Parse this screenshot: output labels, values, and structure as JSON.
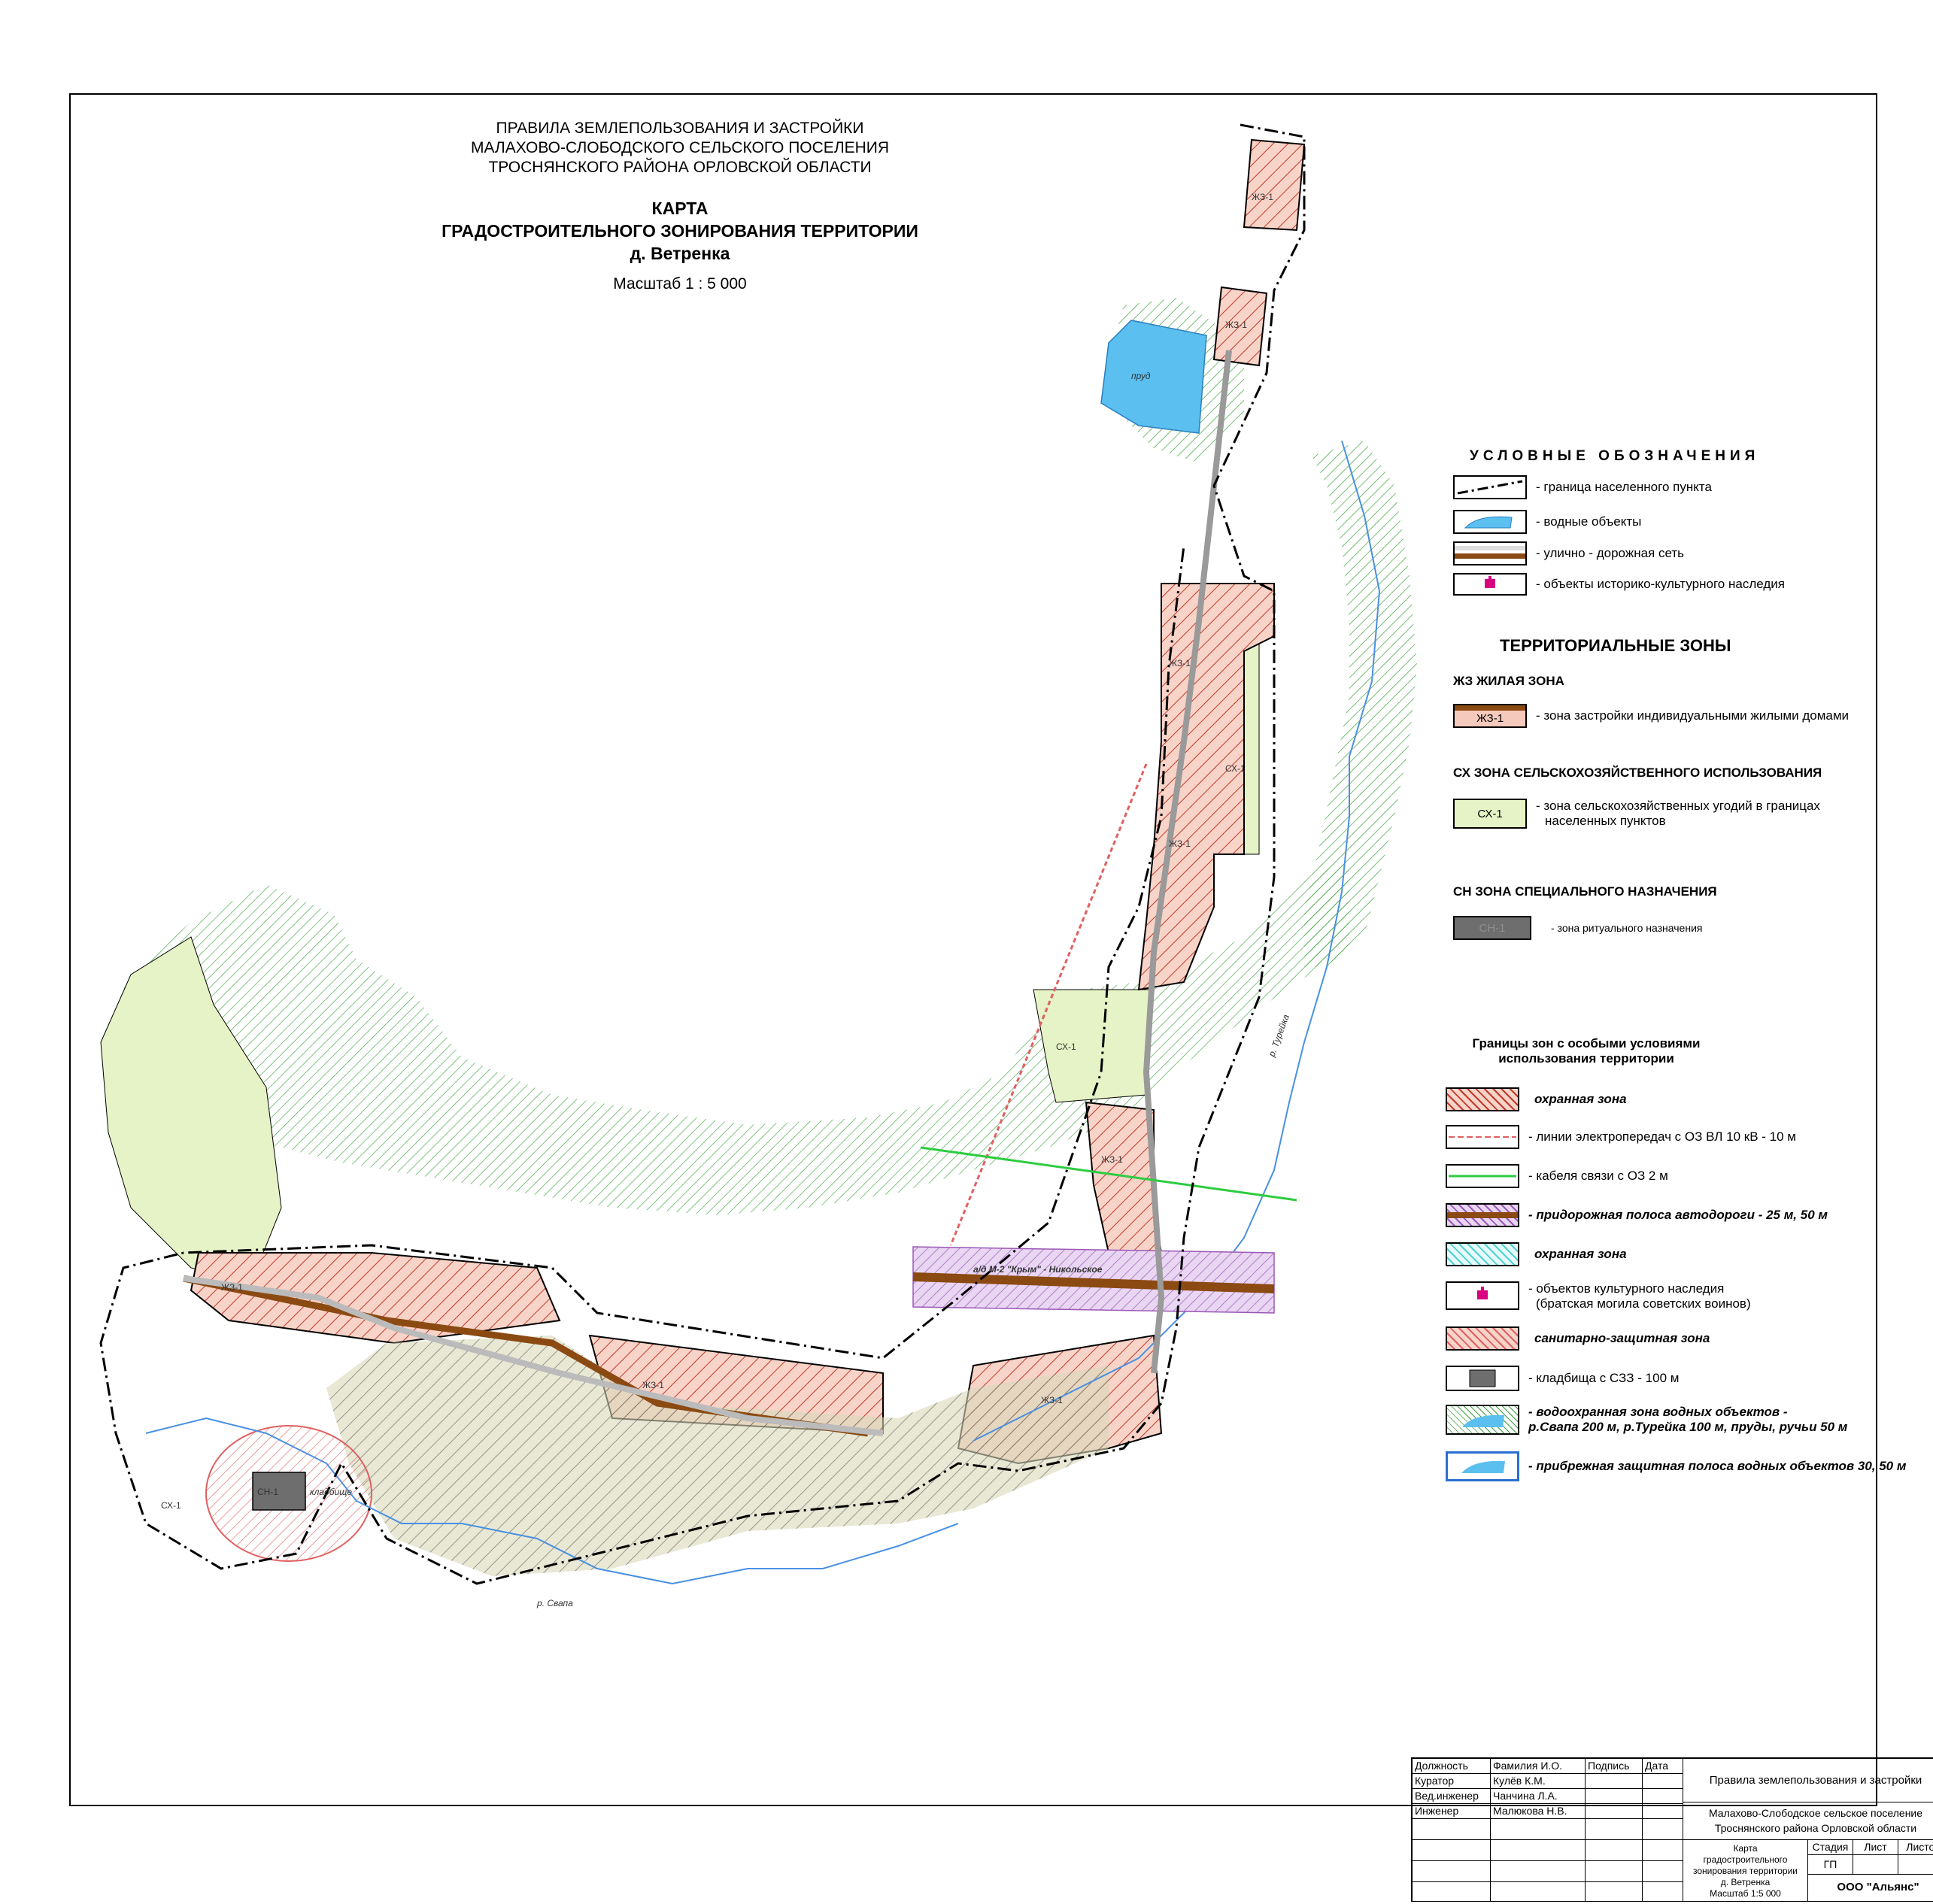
{
  "header": {
    "line1": "ПРАВИЛА ЗЕМЛЕПОЛЬЗОВАНИЯ И ЗАСТРОЙКИ",
    "line2": "МАЛАХОВО-СЛОБОДСКОГО СЕЛЬСКОГО ПОСЕЛЕНИЯ",
    "line3": "ТРОСНЯНСКОГО РАЙОНА ОРЛОВСКОЙ ОБЛАСТИ",
    "title1": "КАРТА",
    "title2": "ГРАДОСТРОИТЕЛЬНОГО ЗОНИРОВАНИЯ ТЕРРИТОРИИ",
    "title3": "д. Ветренка",
    "scale": "Масштаб 1 : 5 000"
  },
  "map_labels": {
    "pond": "пруд",
    "zh3": "ЖЗ-1",
    "sx": "СХ-1",
    "sn": "СН-1",
    "road": "а/д М-2 \"Крым\" - Никольское",
    "river_sv": "р. Свапа",
    "river_tur": "р. Турейка",
    "cemetery": "кладбище"
  },
  "legend": {
    "heading": "УСЛОВНЫЕ ОБОЗНАЧЕНИЯ",
    "items": [
      {
        "label": "- граница населенного пункта"
      },
      {
        "label": "- водные объекты"
      },
      {
        "label": "- улично - дорожная сеть"
      },
      {
        "label": "- объекты историко-культурного наследия"
      }
    ],
    "zones_heading": "ТЕРРИТОРИАЛЬНЫЕ ЗОНЫ",
    "zh_heading": "ЖЗ ЖИЛАЯ ЗОНА",
    "zh_swatch": "ЖЗ-1",
    "zh_label": "- зона застройки индивидуальными жилыми домами",
    "sx_heading": "СХ  ЗОНА СЕЛЬСКОХОЗЯЙСТВЕННОГО ИСПОЛЬЗОВАНИЯ",
    "sx_swatch": "СХ-1",
    "sx_label1": "- зона сельскохозяйственных угодий в границах",
    "sx_label2": "населенных пунктов",
    "sn_heading": "СН ЗОНА СПЕЦИАЛЬНОГО НАЗНАЧЕНИЯ",
    "sn_swatch": "СН-1",
    "sn_label": "- зона ритуального назначения",
    "special_heading1": "Границы зон с особыми условиями",
    "special_heading2": "использования территории",
    "special": [
      {
        "label": "охранная зона"
      },
      {
        "label": "- линии электропередач с ОЗ  ВЛ 10 кВ - 10 м"
      },
      {
        "label": "- кабеля связи с ОЗ 2 м"
      },
      {
        "label": "- придорожная полоса автодороги  - 25 м, 50 м"
      },
      {
        "label": "охранная зона"
      },
      {
        "label": "- объектов культурного наследия"
      },
      {
        "label": "(братская могила советских воинов)"
      },
      {
        "label": "санитарно-защитная зона"
      },
      {
        "label": "- кладбища с СЗЗ - 100 м"
      },
      {
        "label": "- водоохранная зона водных объектов -"
      },
      {
        "label": "р.Свапа 200 м, р.Турейка 100 м, пруды,  ручьи  50 м"
      },
      {
        "label": "- прибрежная защитная полоса водных объектов 30, 50 м"
      }
    ]
  },
  "stamp": {
    "h_role": "Должность",
    "h_name": "Фамилия И.О.",
    "h_sign": "Подпись",
    "h_date": "Дата",
    "r1_role": "Куратор",
    "r1_name": "Кулёв К.М.",
    "r2_role": "Вед.инженер",
    "r2_name": "Чанчина Л.А.",
    "r3_role": "Инженер",
    "r3_name": "Малюкова Н.В.",
    "project": "Правила землепользования и застройки",
    "org1": "Малахово-Слободское сельское поселение",
    "org2": "Троснянского района  Орловской области",
    "sheet1": "Карта",
    "sheet2": "градостроительного",
    "sheet3": "зонирования территории",
    "sheet4": "д. Ветренка",
    "sheet5": "Масштаб 1:5 000",
    "stage_h": "Стадия",
    "list_h": "Лист",
    "lists_h": "Листов",
    "stage": "ГП",
    "company": "ООО \"Альянс\""
  },
  "colors": {
    "residential": "#f6c9bd",
    "agri": "#e6f3c6",
    "water": "#5bbfef",
    "road": "#8b4a12",
    "roadside": "#c59ad6",
    "cemetery": "#6e6e6e",
    "waterprotect": "#7ed27a",
    "sanitary": "#e58b8b"
  }
}
